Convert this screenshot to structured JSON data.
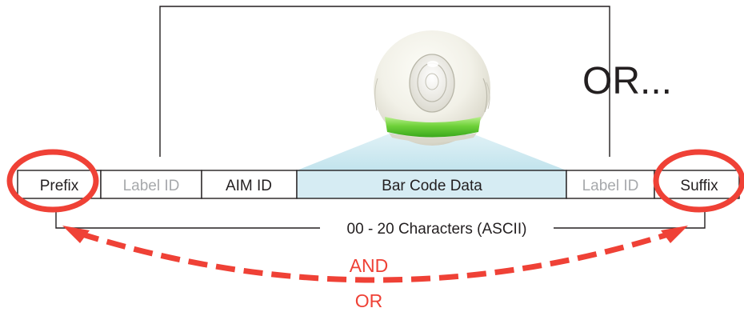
{
  "callout_text": "OR...",
  "segments": [
    {
      "label": "Prefix",
      "tone": "dark"
    },
    {
      "label": "Label ID",
      "tone": "grey"
    },
    {
      "label": "AIM ID",
      "tone": "dark"
    },
    {
      "label": "Bar Code Data",
      "tone": "dark"
    },
    {
      "label": "Label ID",
      "tone": "grey"
    },
    {
      "label": "Suffix",
      "tone": "dark"
    }
  ],
  "character_range_label": "00 - 20 Characters (ASCII)",
  "connector_label_and": "AND",
  "connector_label_or": "OR",
  "colors": {
    "highlight_red": "#ef4136",
    "bar_code_fill": "#d6ecf3",
    "scan_beam": "#cbe7f0",
    "scanner_led": "#7cd34a",
    "text_dark": "#231f20",
    "text_grey": "#a7a9ac"
  }
}
